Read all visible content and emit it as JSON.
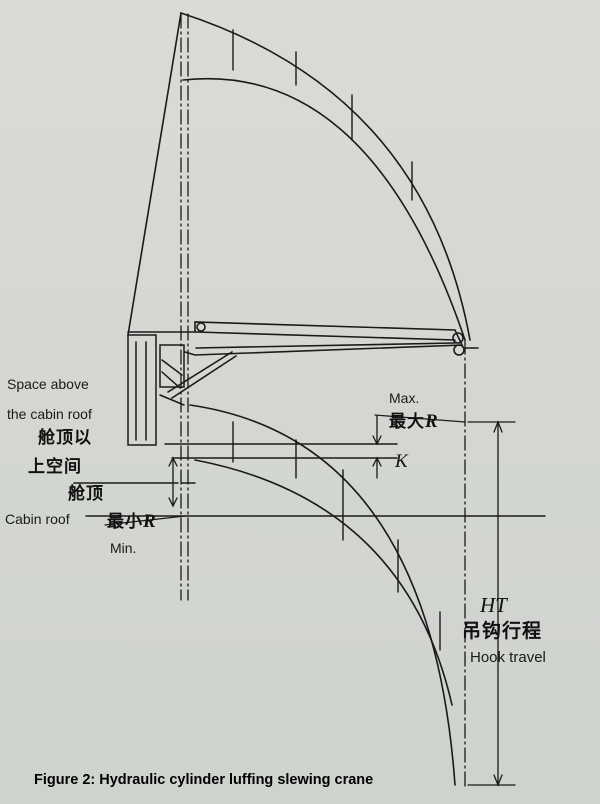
{
  "figure": {
    "caption": "Figure 2: Hydraulic cylinder luffing slewing crane"
  },
  "labels": {
    "space_above_line1": "Space above",
    "space_above_line2": "the cabin roof",
    "space_above_cn_line1": "舱顶以",
    "space_above_cn_line2": "上空间",
    "cabin_roof_cn": "舱顶",
    "cabin_roof_en": "Cabin roof",
    "min_r_cn": "最小",
    "min_r_symbol": "R",
    "min_en": "Min.",
    "max_en": "Max.",
    "max_r_cn": "最大",
    "max_r_symbol": "R",
    "k_symbol": "K",
    "ht_symbol": "HT",
    "hook_travel_cn": "吊钩行程",
    "hook_travel_en": "Hook travel"
  },
  "colors": {
    "ink": "#1a1a1a",
    "paper": "#d6d8d3"
  }
}
